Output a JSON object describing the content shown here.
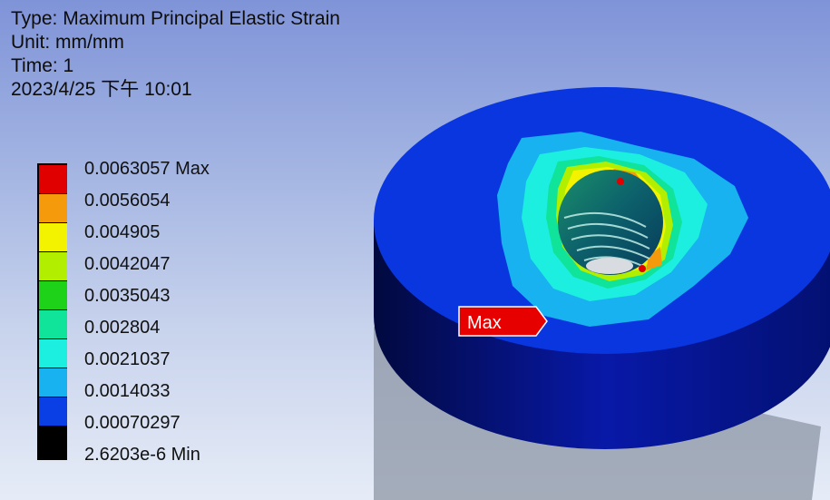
{
  "result_info": {
    "type_line": "Type: Maximum Principal Elastic Strain",
    "unit_line": "Unit: mm/mm",
    "time_line": "Time: 1",
    "date_line": "2023/4/25 下午 10:01"
  },
  "legend": {
    "entries": [
      {
        "label": "0.0063057 Max",
        "color": "#e00000"
      },
      {
        "label": "0.0056054",
        "color": "#f59a0a"
      },
      {
        "label": "0.004905",
        "color": "#f3f300"
      },
      {
        "label": "0.0042047",
        "color": "#b2ee00"
      },
      {
        "label": "0.0035043",
        "color": "#1ed21a"
      },
      {
        "label": "0.002804",
        "color": "#10e39a"
      },
      {
        "label": "0.0021037",
        "color": "#1ceee0"
      },
      {
        "label": "0.0014033",
        "color": "#17b2ef"
      },
      {
        "label": "0.00070297",
        "color": "#0a3fe6"
      },
      {
        "label": "2.6203e-6 Min",
        "color": "#000000"
      }
    ]
  },
  "max_marker": {
    "label": "Max",
    "color": "#e60000"
  },
  "colors": {
    "part_top": "#0a36e0",
    "part_side": "#03108c",
    "shadow": "#8e97a6"
  }
}
